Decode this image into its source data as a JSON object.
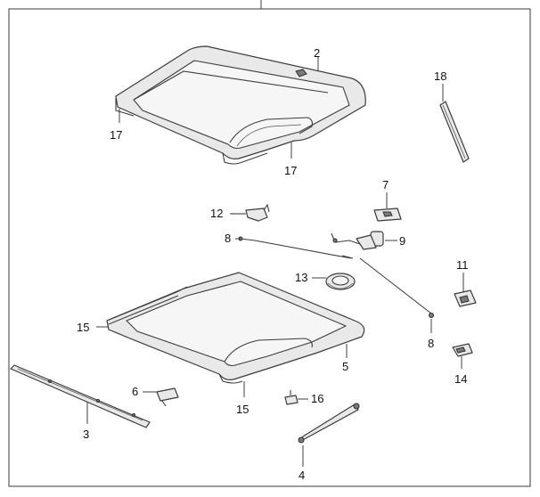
{
  "callouts": {
    "c2": "2",
    "c17a": "17",
    "c17b": "17",
    "c18": "18",
    "c7": "7",
    "c12": "12",
    "c8a": "8",
    "c9": "9",
    "c13": "13",
    "c11": "11",
    "c8b": "8",
    "c15a": "15",
    "c5": "5",
    "c14": "14",
    "c6": "6",
    "c16": "16",
    "c15b": "15",
    "c3": "3",
    "c4": "4"
  }
}
